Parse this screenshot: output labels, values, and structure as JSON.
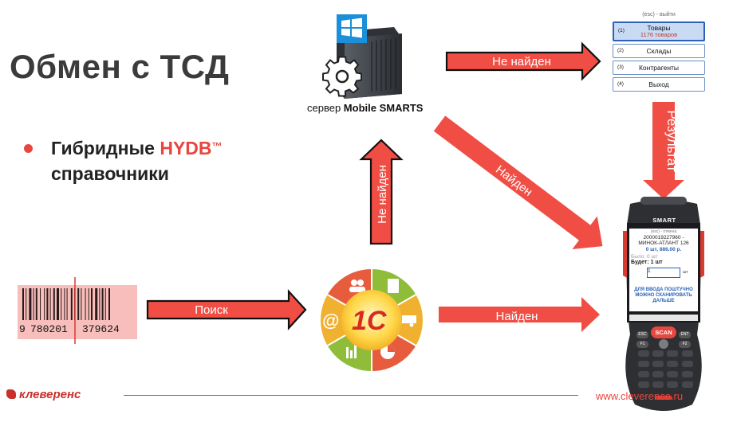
{
  "title": "Обмен с ТСД",
  "bullet": {
    "prefix": "Гибридные ",
    "highlight": "HYDB",
    "tm": "™",
    "line2": "справочники"
  },
  "server": {
    "caption_prefix": "сервер ",
    "caption_brand": "Mobile SMARTS"
  },
  "barcode": {
    "digits_first": "9",
    "digits_left": "780201",
    "digits_right": "379624"
  },
  "arrows": {
    "search": "Поиск",
    "found_bottom": "Найден",
    "not_found_vertical": "Не найден",
    "found_diagonal": "Найден",
    "not_found_top": "Не найден",
    "result": "Результат"
  },
  "menu": {
    "esc": "(esc) - выйти",
    "items": [
      {
        "num": "(1)",
        "label": "Товары",
        "sub": "1176 товаров"
      },
      {
        "num": "(2)",
        "label": "Склады"
      },
      {
        "num": "(3)",
        "label": "Контрагенты"
      },
      {
        "num": "(4)",
        "label": "Выход"
      }
    ]
  },
  "device": {
    "brand": "SMART",
    "esc": "(esc) - отмена",
    "code": "2000019227960 -",
    "name": "МИНОК-АТЛАНТ 126",
    "price": "0 шт, 886.00 р.",
    "was": "Было: 0 шт",
    "will": "Будет: 1 шт",
    "input_value": "1",
    "unit": "шт",
    "hint": "ДЛЯ ВВОДА ПОШТУЧНО МОЖНО СКАНИРОВАТЬ ДАЛЬШЕ",
    "scan": "SCAN",
    "keys": [
      "ESC",
      "ENT",
      "F1",
      "F2"
    ]
  },
  "footer": {
    "logo": "клеверенс",
    "url": "www.cleverence.ru"
  },
  "colors": {
    "accent": "#e8463f",
    "arrow": "#f04e45",
    "arrow_border": "#111111",
    "menu_border": "#2b62b5"
  }
}
